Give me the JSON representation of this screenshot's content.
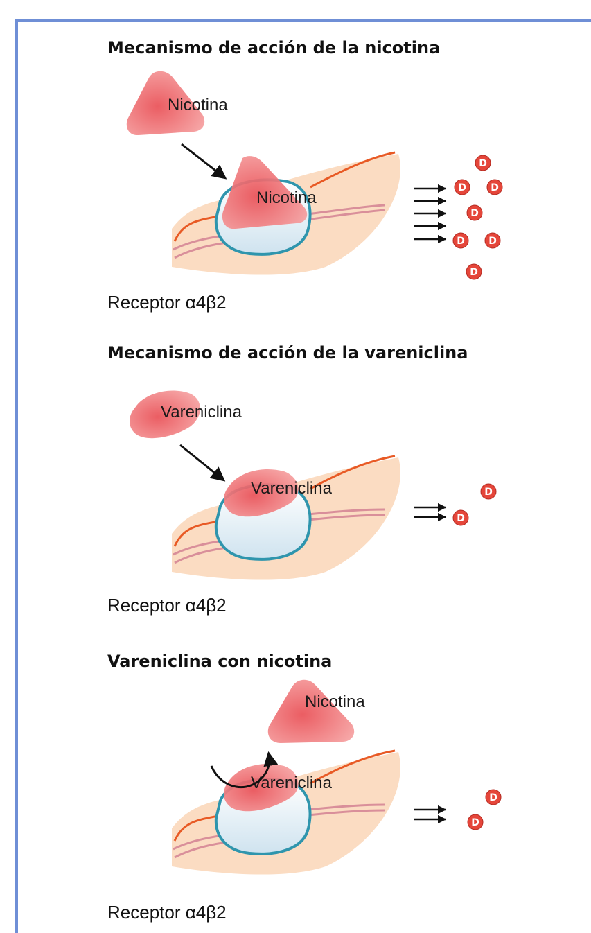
{
  "colors": {
    "frame": "#6f8fd6",
    "membrane": "#fbdcc2",
    "membrane_edge": "#e85a25",
    "membrane_inner_line": "#d98f9a",
    "receptor_fill": "#e7f1f8",
    "receptor_edge": "#2f95ad",
    "drug": "#f07c7c",
    "dopamine": "#e5463a"
  },
  "dopamine_label": "D",
  "panels": [
    {
      "title": "Mecanismo de acción de la nicotina",
      "incoming_label": "Nicotina",
      "bound_label": "Nicotina",
      "caption": "Receptor α4β2",
      "release_arrows": 5,
      "dopamine_count": 7
    },
    {
      "title": "Mecanismo de acción de la vareniclina",
      "incoming_label": "Vareniclina",
      "bound_label": "Vareniclina",
      "caption": "Receptor α4β2",
      "release_arrows": 2,
      "dopamine_count": 2
    },
    {
      "title": "Vareniclina con nicotina",
      "displaced_label": "Nicotina",
      "bound_label": "Vareniclina",
      "caption": "Receptor α4β2",
      "release_arrows": 2,
      "dopamine_count": 2
    }
  ]
}
